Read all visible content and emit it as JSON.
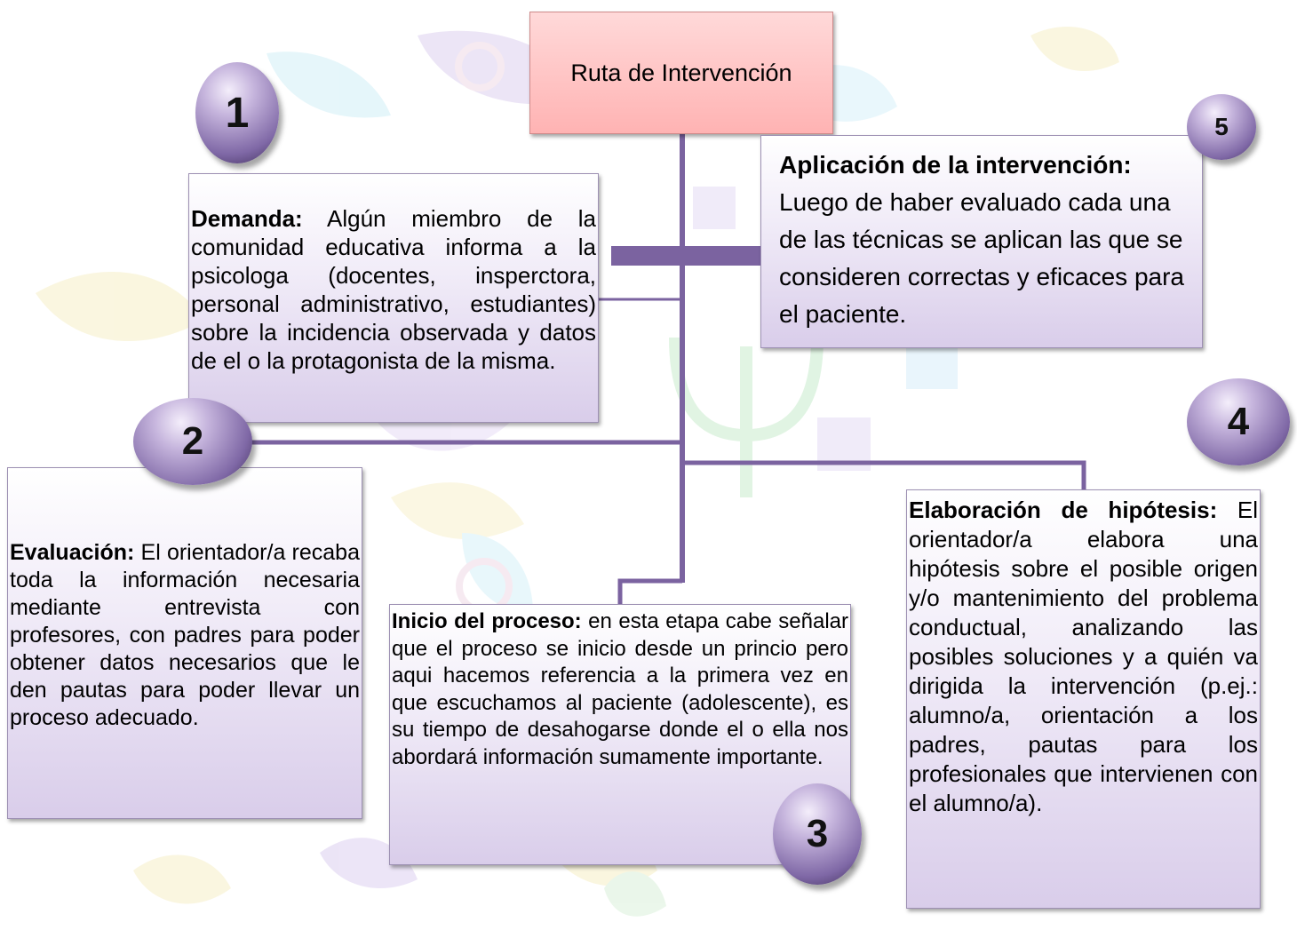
{
  "title": "Ruta de Intervención",
  "steps": [
    {
      "number": "1",
      "heading": "Demanda:",
      "text": " Algún miembro de la comunidad educativa informa a la psicologa (docentes, insperctora, personal administrativo, estudiantes) sobre la incidencia observada y datos de el o la protagonista de la misma."
    },
    {
      "number": "2",
      "heading": "Evaluación:",
      "text": " El orientador/a recaba toda la información necesaria mediante entrevista con profesores, con padres para poder obtener datos necesarios que le den pautas para poder llevar un proceso adecuado."
    },
    {
      "number": "3",
      "heading": "Inicio del proceso:",
      "text": " en esta etapa cabe señalar que el proceso se inicio desde un princio pero aqui hacemos referencia a la primera vez en que escuchamos al paciente (adolescente), es su tiempo de desahogarse donde el o ella nos abordará información sumamente importante."
    },
    {
      "number": "4",
      "heading": "Elaboración de hipótesis:",
      "text": " El orientador/a elabora una hipótesis sobre el posible origen y/o mantenimiento del problema conductual, analizando las posibles soluciones y a quién va dirigida la intervención (p.ej.: alumno/a, orientación a los padres, pautas para los profesionales que intervienen con el alumno/a)."
    },
    {
      "number": "5",
      "heading": "Aplicación de la intervención:",
      "text": " Luego de haber evaluado cada una de las técnicas se aplican las que se consideren correctas y eficaces para el paciente."
    }
  ],
  "colors": {
    "connector": "#7b63a0",
    "title_fill": "#ffb8b8",
    "box_fill": "#e6dcf2"
  }
}
